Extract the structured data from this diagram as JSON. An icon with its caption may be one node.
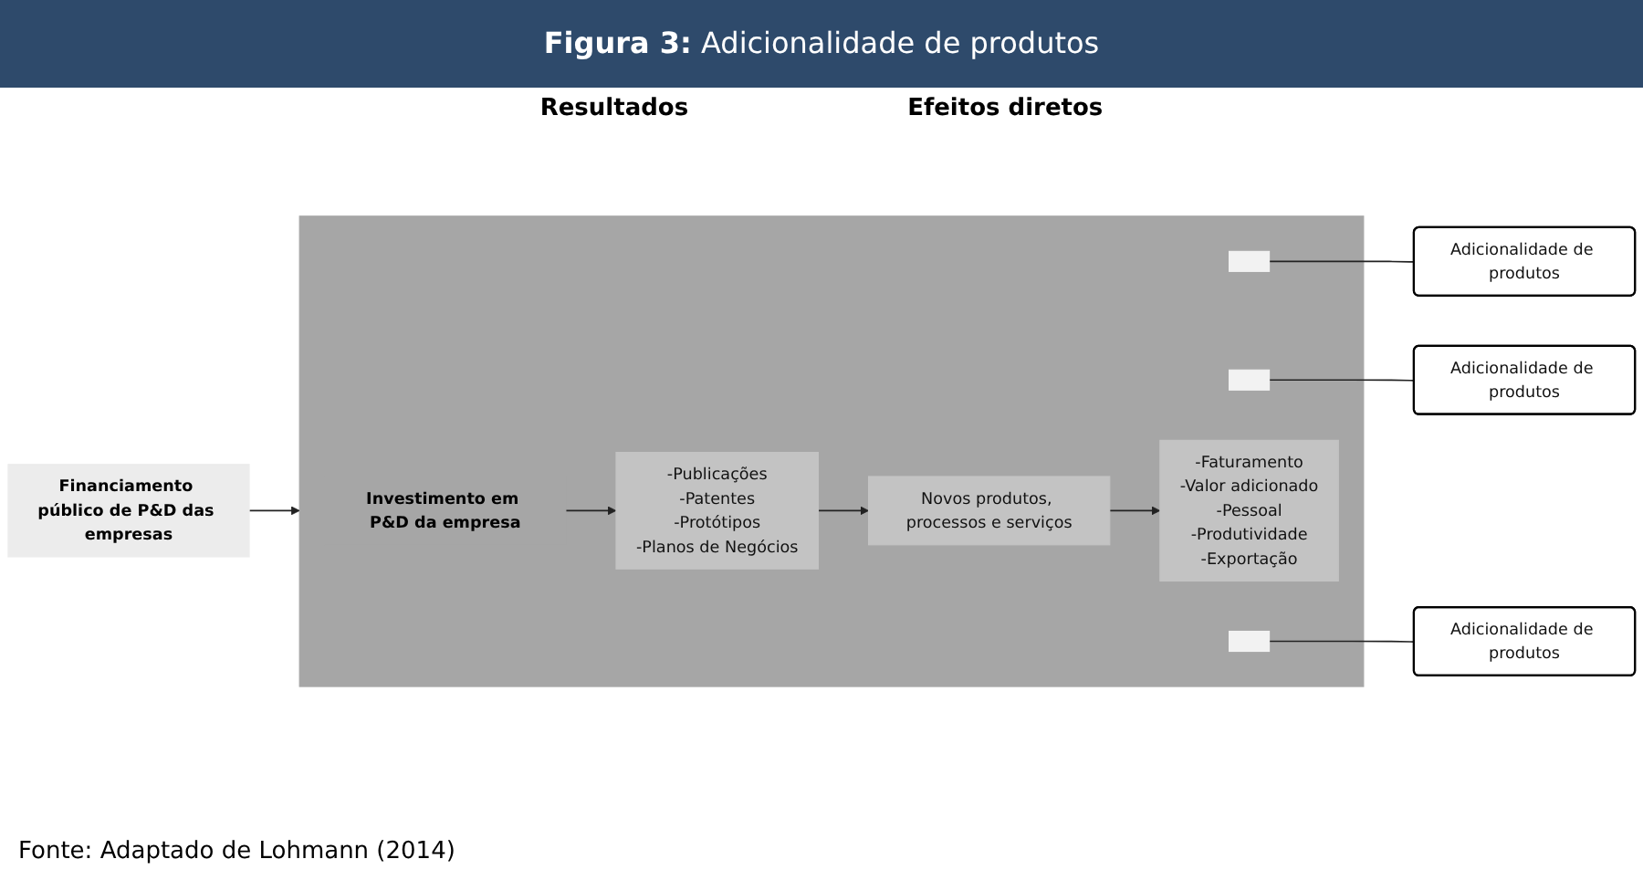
{
  "diagram": {
    "title": "**Figura 3:** Adicionalidade de produtos",
    "caption": "Fonte: Adaptado de Lohmann (2014)",
    "nodes": [
      {
        "text": [
          "Financiamento público de P&D das empresas"
        ]
      },
      {
        "text": [],
        "shape": "box"
      },
      {
        "text": [
          "Investimento em P&D da empresa"
        ],
        "in": 1
      },
      {
        "text": [
          "-Publicações",
          "-Patentes",
          "-Protótipos",
          "-Planos de Negócios"
        ],
        "in": 1
      },
      {
        "text": [],
        "shape": "box",
        "in": 1
      },
      {
        "text": [
          "Novos produtos, processos e serviços"
        ],
        "in": 1
      },
      {
        "text": [],
        "shape": "box",
        "in": 1
      },
      {
        "text": [
          "-Faturamento",
          "-Valor adicionado",
          "-Pessoal",
          "-Produtividade",
          "-Exportação"
        ],
        "in": 1
      },
      {
        "text": [],
        "shape": "box",
        "in": 1
      },
      {
        "text": [
          "Adicionalidade de produtos"
        ]
      },
      {
        "text": [
          "Adicionalidade de produtos"
        ]
      },
      {
        "text": [
          "Adicionalidade de produtos"
        ]
      }
    ],
    "edges": [
      {
        "from": 0,
        "to": 1,
        "arrow": "to"
      },
      {
        "from": 2,
        "to": 3,
        "arrow": "to"
      },
      {
        "from": 3,
        "to": 5,
        "arrow": "to"
      },
      {
        "from": 5,
        "to": 7,
        "arrow": "to"
      },
      {
        "from": 4,
        "to": 9,
        "arrow": "none"
      },
      {
        "from": 6,
        "to": 10,
        "arrow": "none"
      },
      {
        "from": 8,
        "to": 11,
        "arrow": "none"
      }
    ],
    "labels": [
      "Resultados",
      "Efeitos diretos"
    ]
  }
}
